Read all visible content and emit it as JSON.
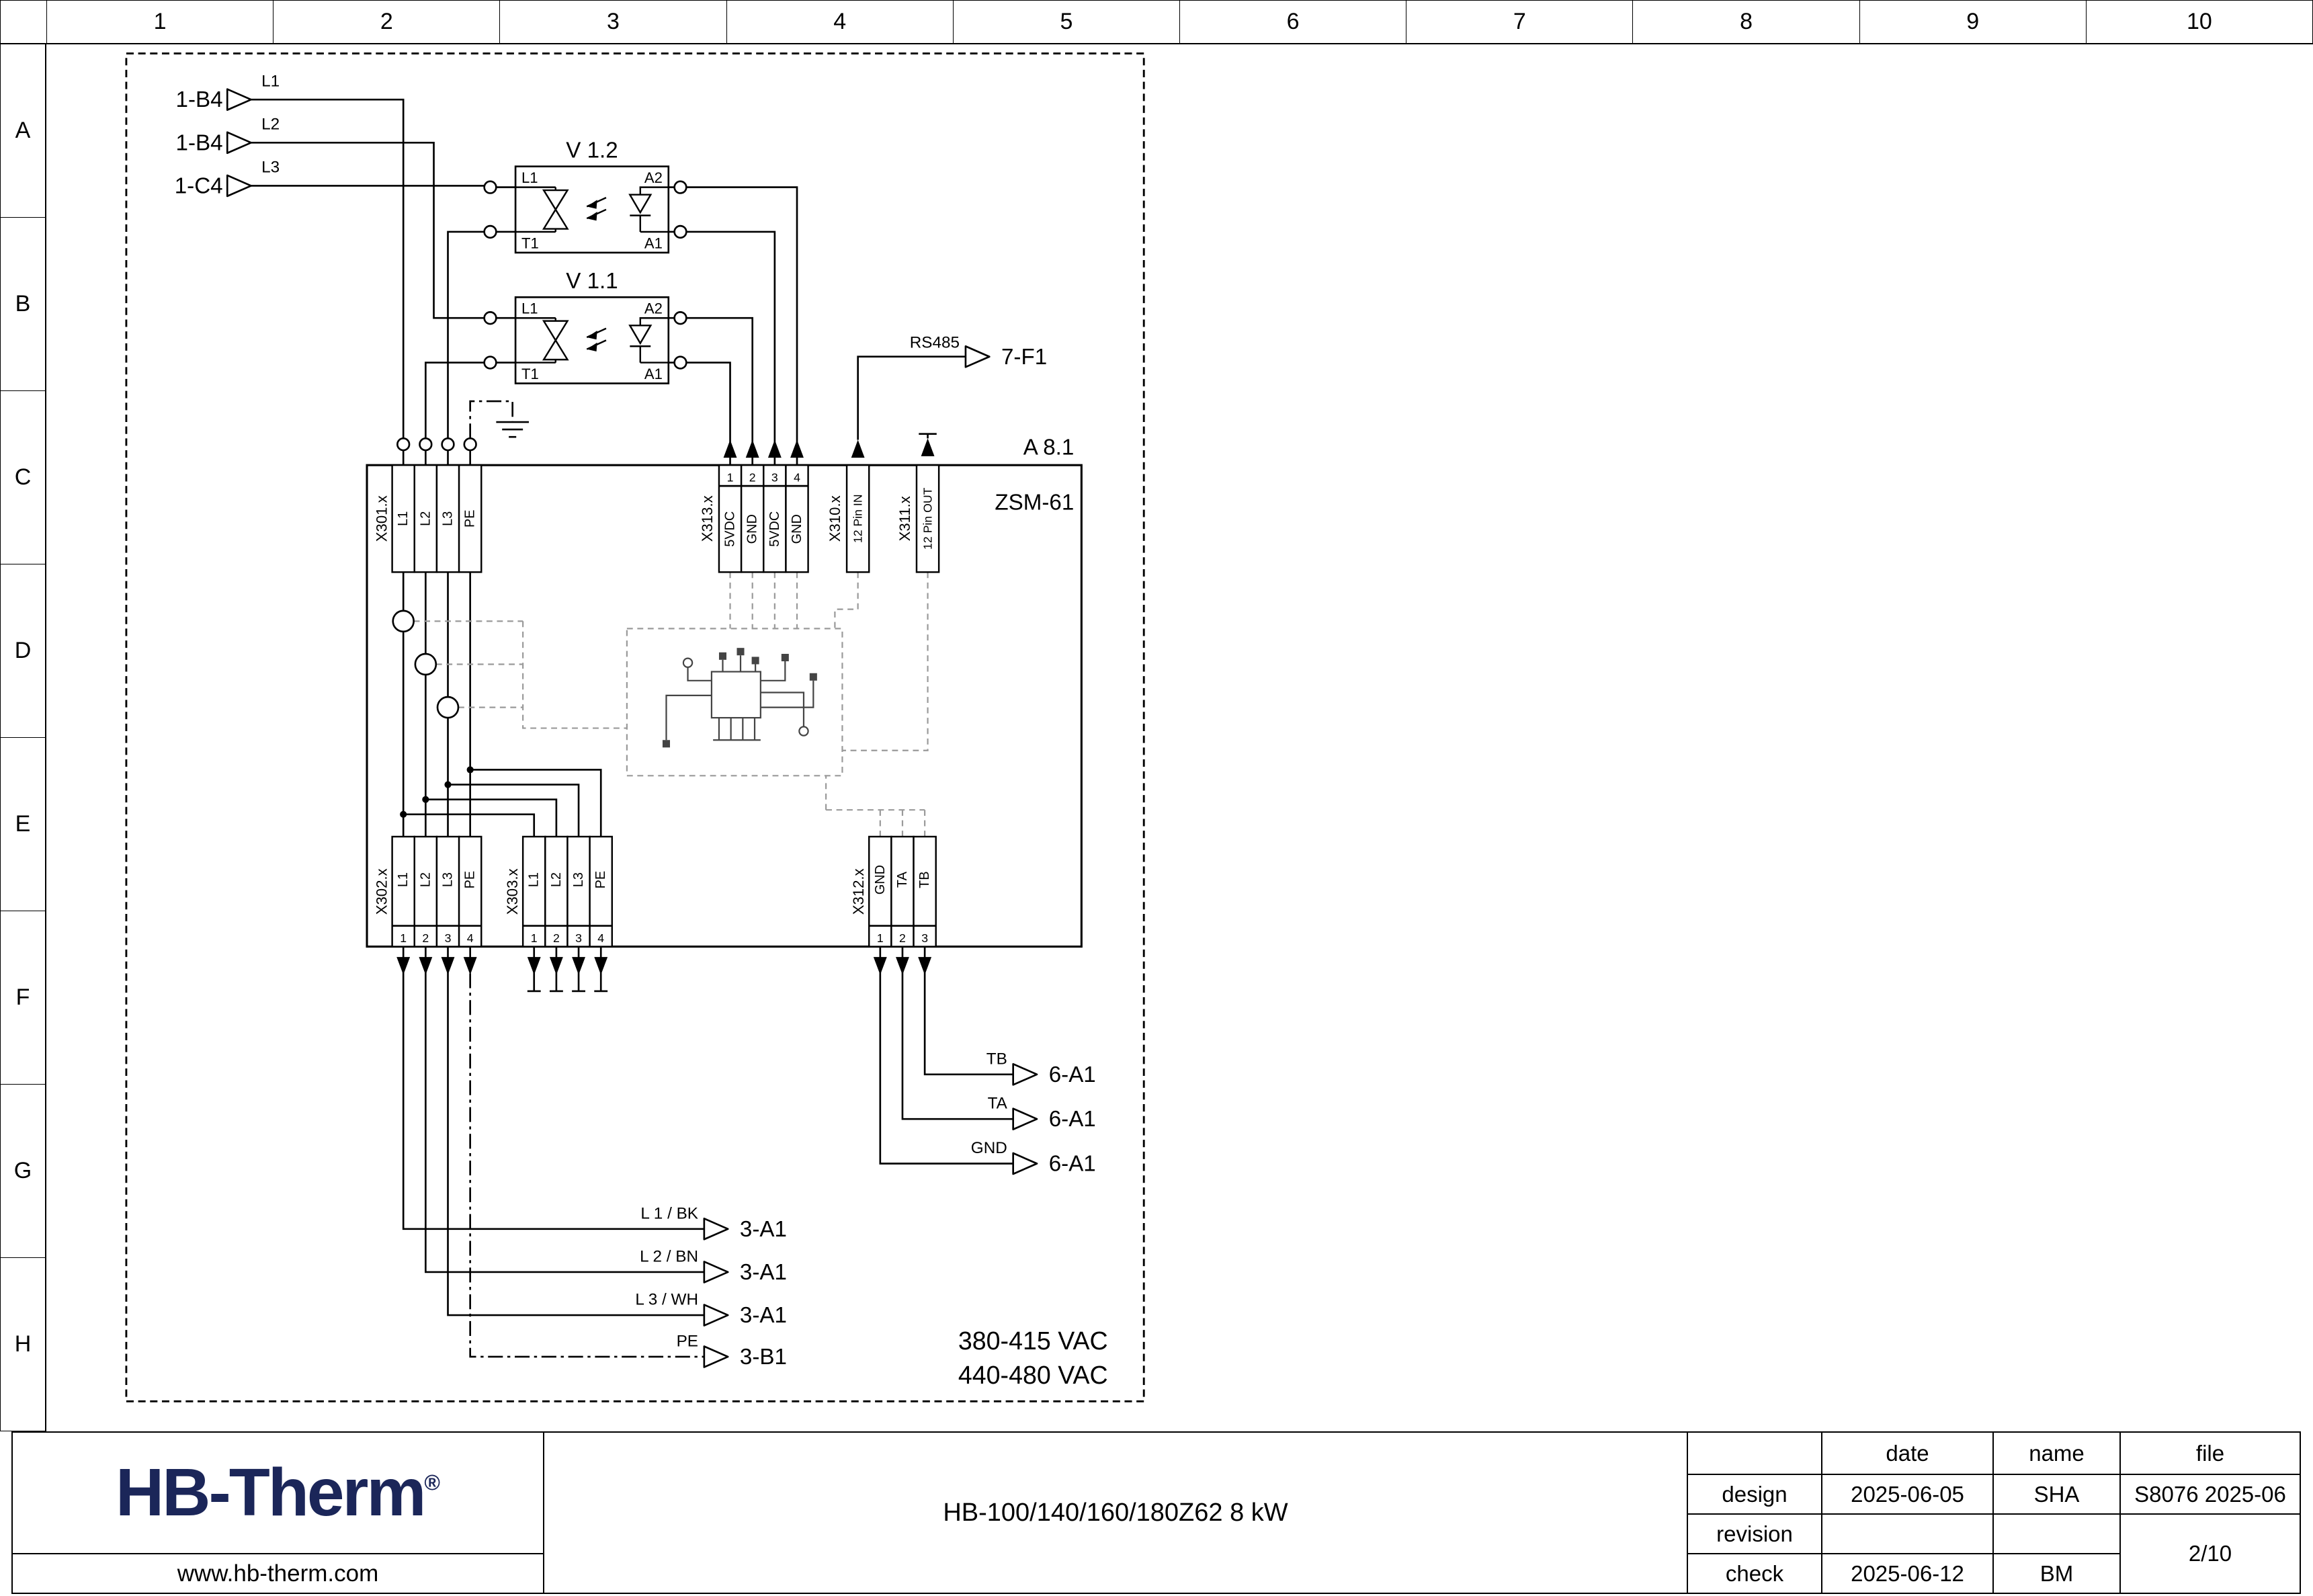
{
  "rulers": {
    "columns": [
      "1",
      "2",
      "3",
      "4",
      "5",
      "6",
      "7",
      "8",
      "9",
      "10"
    ],
    "rows": [
      "A",
      "B",
      "C",
      "D",
      "E",
      "F",
      "G",
      "H"
    ]
  },
  "schematic": {
    "inputs": [
      {
        "ref": "1-B4",
        "wire": "L1"
      },
      {
        "ref": "1-B4",
        "wire": "L2"
      },
      {
        "ref": "1-C4",
        "wire": "L3"
      }
    ],
    "ssr": [
      {
        "name": "V 1.2",
        "terminals": {
          "tl": "L1",
          "tr": "A2",
          "bl": "T1",
          "br": "A1"
        }
      },
      {
        "name": "V 1.1",
        "terminals": {
          "tl": "L1",
          "tr": "A2",
          "bl": "T1",
          "br": "A1"
        }
      }
    ],
    "rs485": {
      "label": "RS485",
      "target": "7-F1"
    },
    "module": {
      "ref": "A 8.1",
      "type": "ZSM-61"
    },
    "blocks": {
      "x301": {
        "name": "X301.x",
        "labels": [
          "L1",
          "L2",
          "L3",
          "PE"
        ]
      },
      "x313": {
        "name": "X313.x",
        "pins": [
          "1",
          "2",
          "3",
          "4"
        ],
        "labels": [
          "5VDC",
          "GND",
          "5VDC",
          "GND"
        ]
      },
      "x310": {
        "name": "X310.x",
        "labels": [
          "12 Pin IN"
        ]
      },
      "x311": {
        "name": "X311.x",
        "labels": [
          "12 Pin OUT"
        ]
      },
      "x302": {
        "name": "X302.x",
        "pins": [
          "1",
          "2",
          "3",
          "4"
        ],
        "labels": [
          "L1",
          "L2",
          "L3",
          "PE"
        ]
      },
      "x303": {
        "name": "X303.x",
        "pins": [
          "1",
          "2",
          "3",
          "4"
        ],
        "labels": [
          "L1",
          "L2",
          "L3",
          "PE"
        ]
      },
      "x312": {
        "name": "X312.x",
        "pins": [
          "1",
          "2",
          "3"
        ],
        "labels": [
          "GND",
          "TA",
          "TB"
        ]
      }
    },
    "signal_outputs": [
      {
        "wire": "TB",
        "target": "6-A1"
      },
      {
        "wire": "TA",
        "target": "6-A1"
      },
      {
        "wire": "GND",
        "target": "6-A1"
      }
    ],
    "power_outputs": [
      {
        "wire": "L 1 / BK",
        "target": "3-A1"
      },
      {
        "wire": "L 2 / BN",
        "target": "3-A1"
      },
      {
        "wire": "L 3 / WH",
        "target": "3-A1"
      },
      {
        "wire": "PE",
        "target": "3-B1"
      }
    ],
    "voltage_notes": [
      "380-415 VAC",
      "440-480 VAC"
    ]
  },
  "title_block": {
    "logo_text": "HB-Therm",
    "logo_reg": "®",
    "website": "www.hb-therm.com",
    "title": "HB-100/140/160/180Z62 8 kW",
    "table": {
      "headers": {
        "date": "date",
        "name": "name",
        "file": "file"
      },
      "rows": [
        {
          "label": "design",
          "date": "2025-06-05",
          "name": "SHA",
          "file": "S8076 2025-06"
        },
        {
          "label": "revision",
          "date": "",
          "name": "",
          "file": ""
        },
        {
          "label": "check",
          "date": "2025-06-12",
          "name": "BM",
          "file": ""
        }
      ],
      "page": "2/10"
    }
  }
}
